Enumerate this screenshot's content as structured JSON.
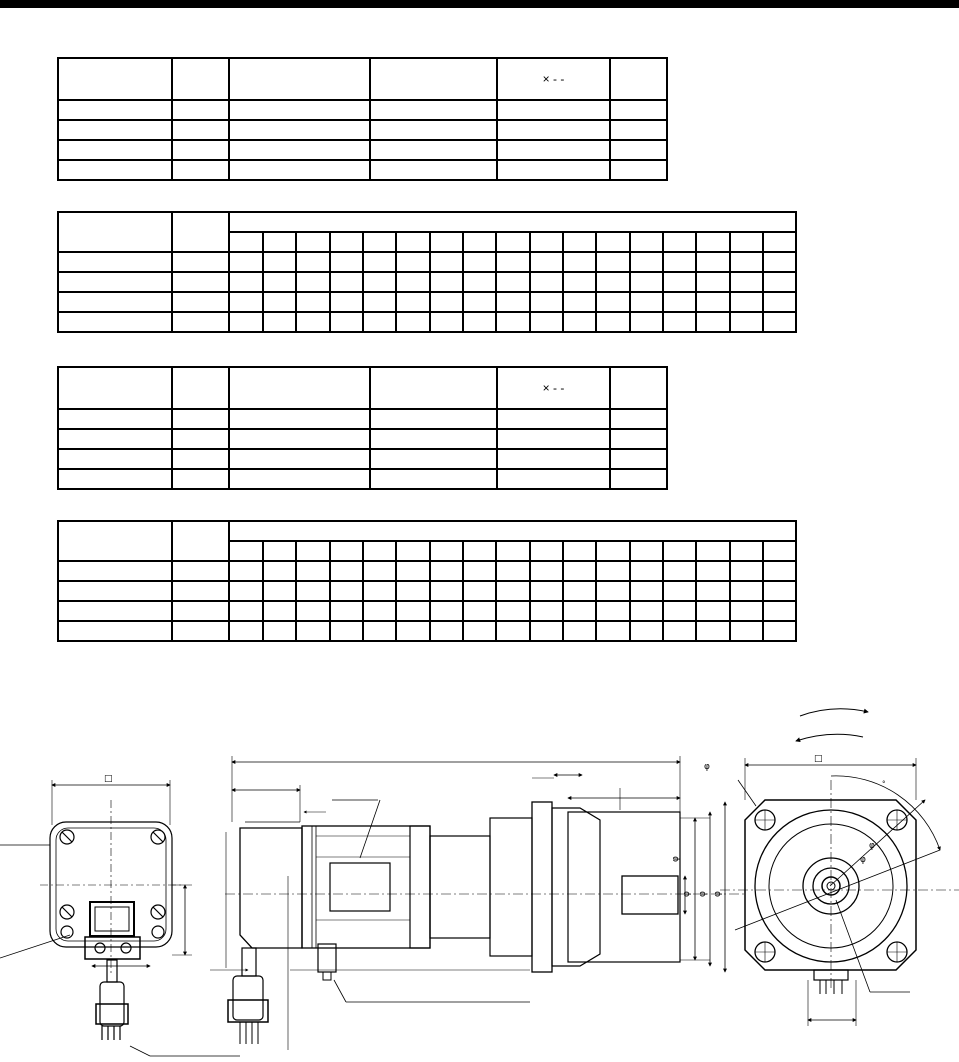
{
  "page": {
    "header_bar_color": "#000000"
  },
  "tables": {
    "table_a": {
      "header_mark": "× - -",
      "row_count": 4
    },
    "table_b": {
      "row_count": 4,
      "sub_columns": 17
    },
    "table_c": {
      "header_mark": "× - -",
      "row_count": 4
    },
    "table_d": {
      "row_count": 4,
      "sub_columns": 17
    }
  },
  "drawing": {
    "square_symbol": "□",
    "diameter_symbol": "φ",
    "degree_symbol": "°"
  }
}
